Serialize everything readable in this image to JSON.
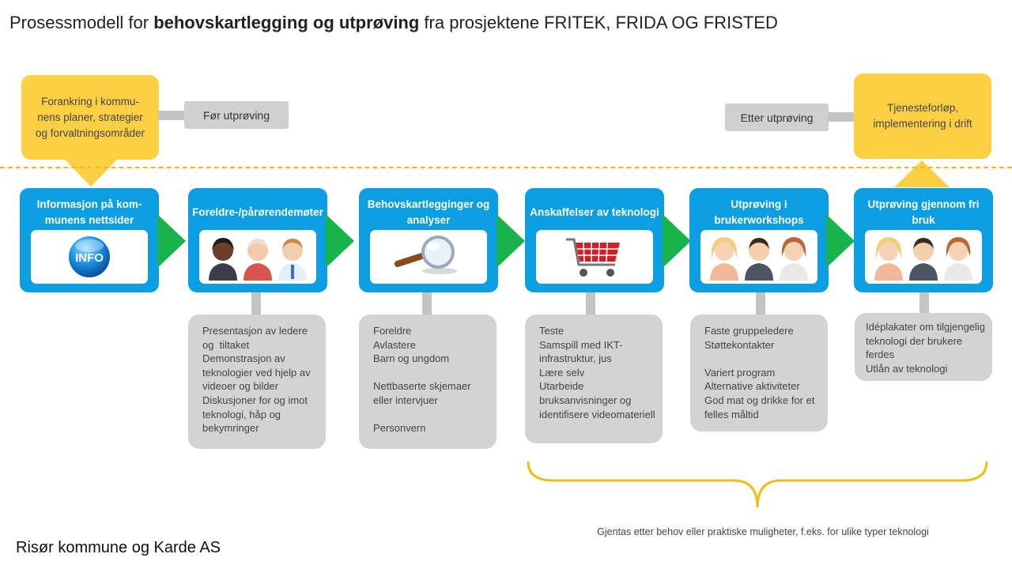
{
  "title": {
    "prefix": "Prosessmodell for ",
    "bold": "behovskartlegging og utprøving",
    "suffix": " fra prosjektene FRITEK, FRIDA OG FRISTED"
  },
  "callouts": {
    "left": "Forankring i kommu-nens planer, strategier og forvaltningsområder",
    "right": "Tjenesteforløp, implementering i drift"
  },
  "tags": {
    "before": "Før utprøving",
    "after": "Etter utprøving"
  },
  "steps": [
    {
      "label": "Informasjon på kom-munens nettsider",
      "icon": "info-icon",
      "icon_text": "INFO"
    },
    {
      "label": "Foreldre-/pårørendemøter",
      "icon": "people-icon"
    },
    {
      "label": "Behovskartlegginger og analyser",
      "icon": "magnifier-icon"
    },
    {
      "label": "Anskaffelser av teknologi",
      "icon": "shopping-cart-icon"
    },
    {
      "label": "Utprøving i brukerworkshops",
      "icon": "people-icon"
    },
    {
      "label": "Utprøving gjennom fri bruk",
      "icon": "people-icon"
    }
  ],
  "notes": [
    [
      "Presentasjon av ledere og  tiltaket",
      "Demonstrasjon av teknologier ved hjelp av videoer og bilder",
      "Diskusjoner for og imot teknologi, håp og bekymringer"
    ],
    [
      "Foreldre",
      "Avlastere",
      "Barn og ungdom",
      "",
      "Nettbaserte skjemaer eller intervjuer",
      "",
      "Personvern"
    ],
    [
      "Teste",
      "Samspill med IKT-infrastruktur, jus",
      "Lære selv",
      "Utarbeide bruksanvisninger og identifisere videomateriell"
    ],
    [
      "Faste gruppeledere",
      "Støttekontakter",
      "",
      "Variert program",
      "Alternative aktiviteter",
      "God mat og drikke for et felles måltid"
    ],
    [
      "Idéplakater om tilgjengelig teknologi der brukere ferdes",
      "Utlån av teknologi"
    ]
  ],
  "repeat_text": "Gjentas etter behov eller praktiske muligheter, f.eks. for ulike typer teknologi",
  "footer": "Risør kommune og Karde AS",
  "colors": {
    "step_blue": "#0b9ee3",
    "arrow_green": "#18b34a",
    "callout_yellow": "#fdd043",
    "note_grey": "#d3d3d3"
  }
}
